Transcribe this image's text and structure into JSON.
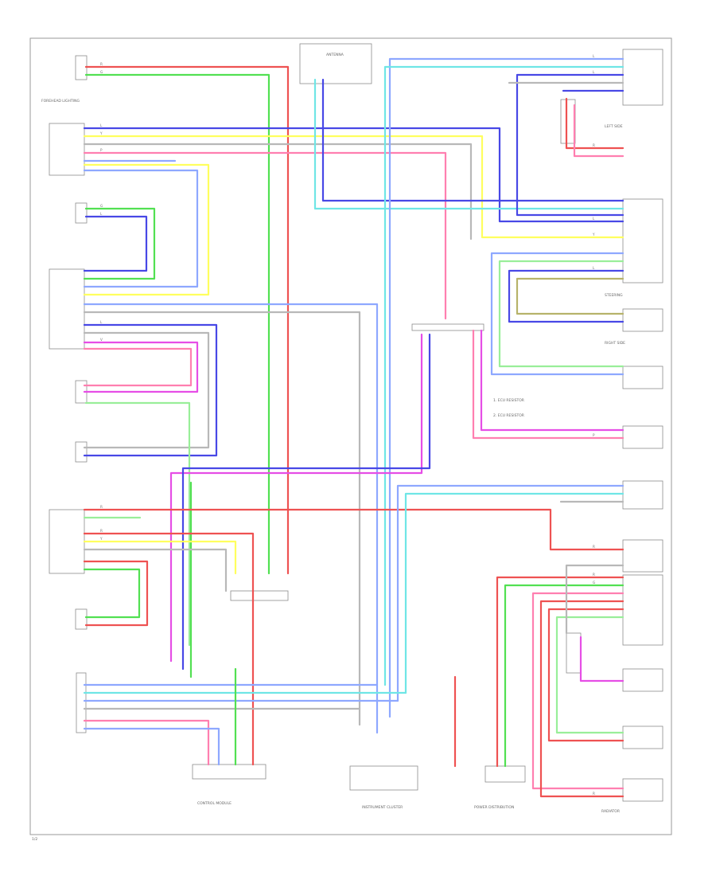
{
  "colors": {
    "red": "#ee5252",
    "pink": "#ff7fb0",
    "magenta": "#e64ee6",
    "blue": "#4848e6",
    "lightblue": "#8ea8ff",
    "cyan": "#6fe6e6",
    "green": "#52e052",
    "lightgreen": "#99ee99",
    "yellow": "#ffff5e",
    "gray": "#b8b8b8",
    "olive": "#b7b36a"
  },
  "components": {
    "top_left": "FOREHEAD LIGHTING",
    "right_top": "LEFT SIDE",
    "right_mid_1": "STEERING",
    "right_mid_2": "RIGHT SIDE",
    "center_top": "ANTENNA",
    "bottom_left": "CONTROL MODULE",
    "bottom_center": "INSTRUMENT CLUSTER",
    "bottom_right": "POWER DISTRIBUTION",
    "right_bottom": "RADIATOR"
  },
  "page_ref": "1/2",
  "legend": {
    "item_1": "1. ECU RESISTOR",
    "item_2": "2. ECU RESISTOR"
  }
}
